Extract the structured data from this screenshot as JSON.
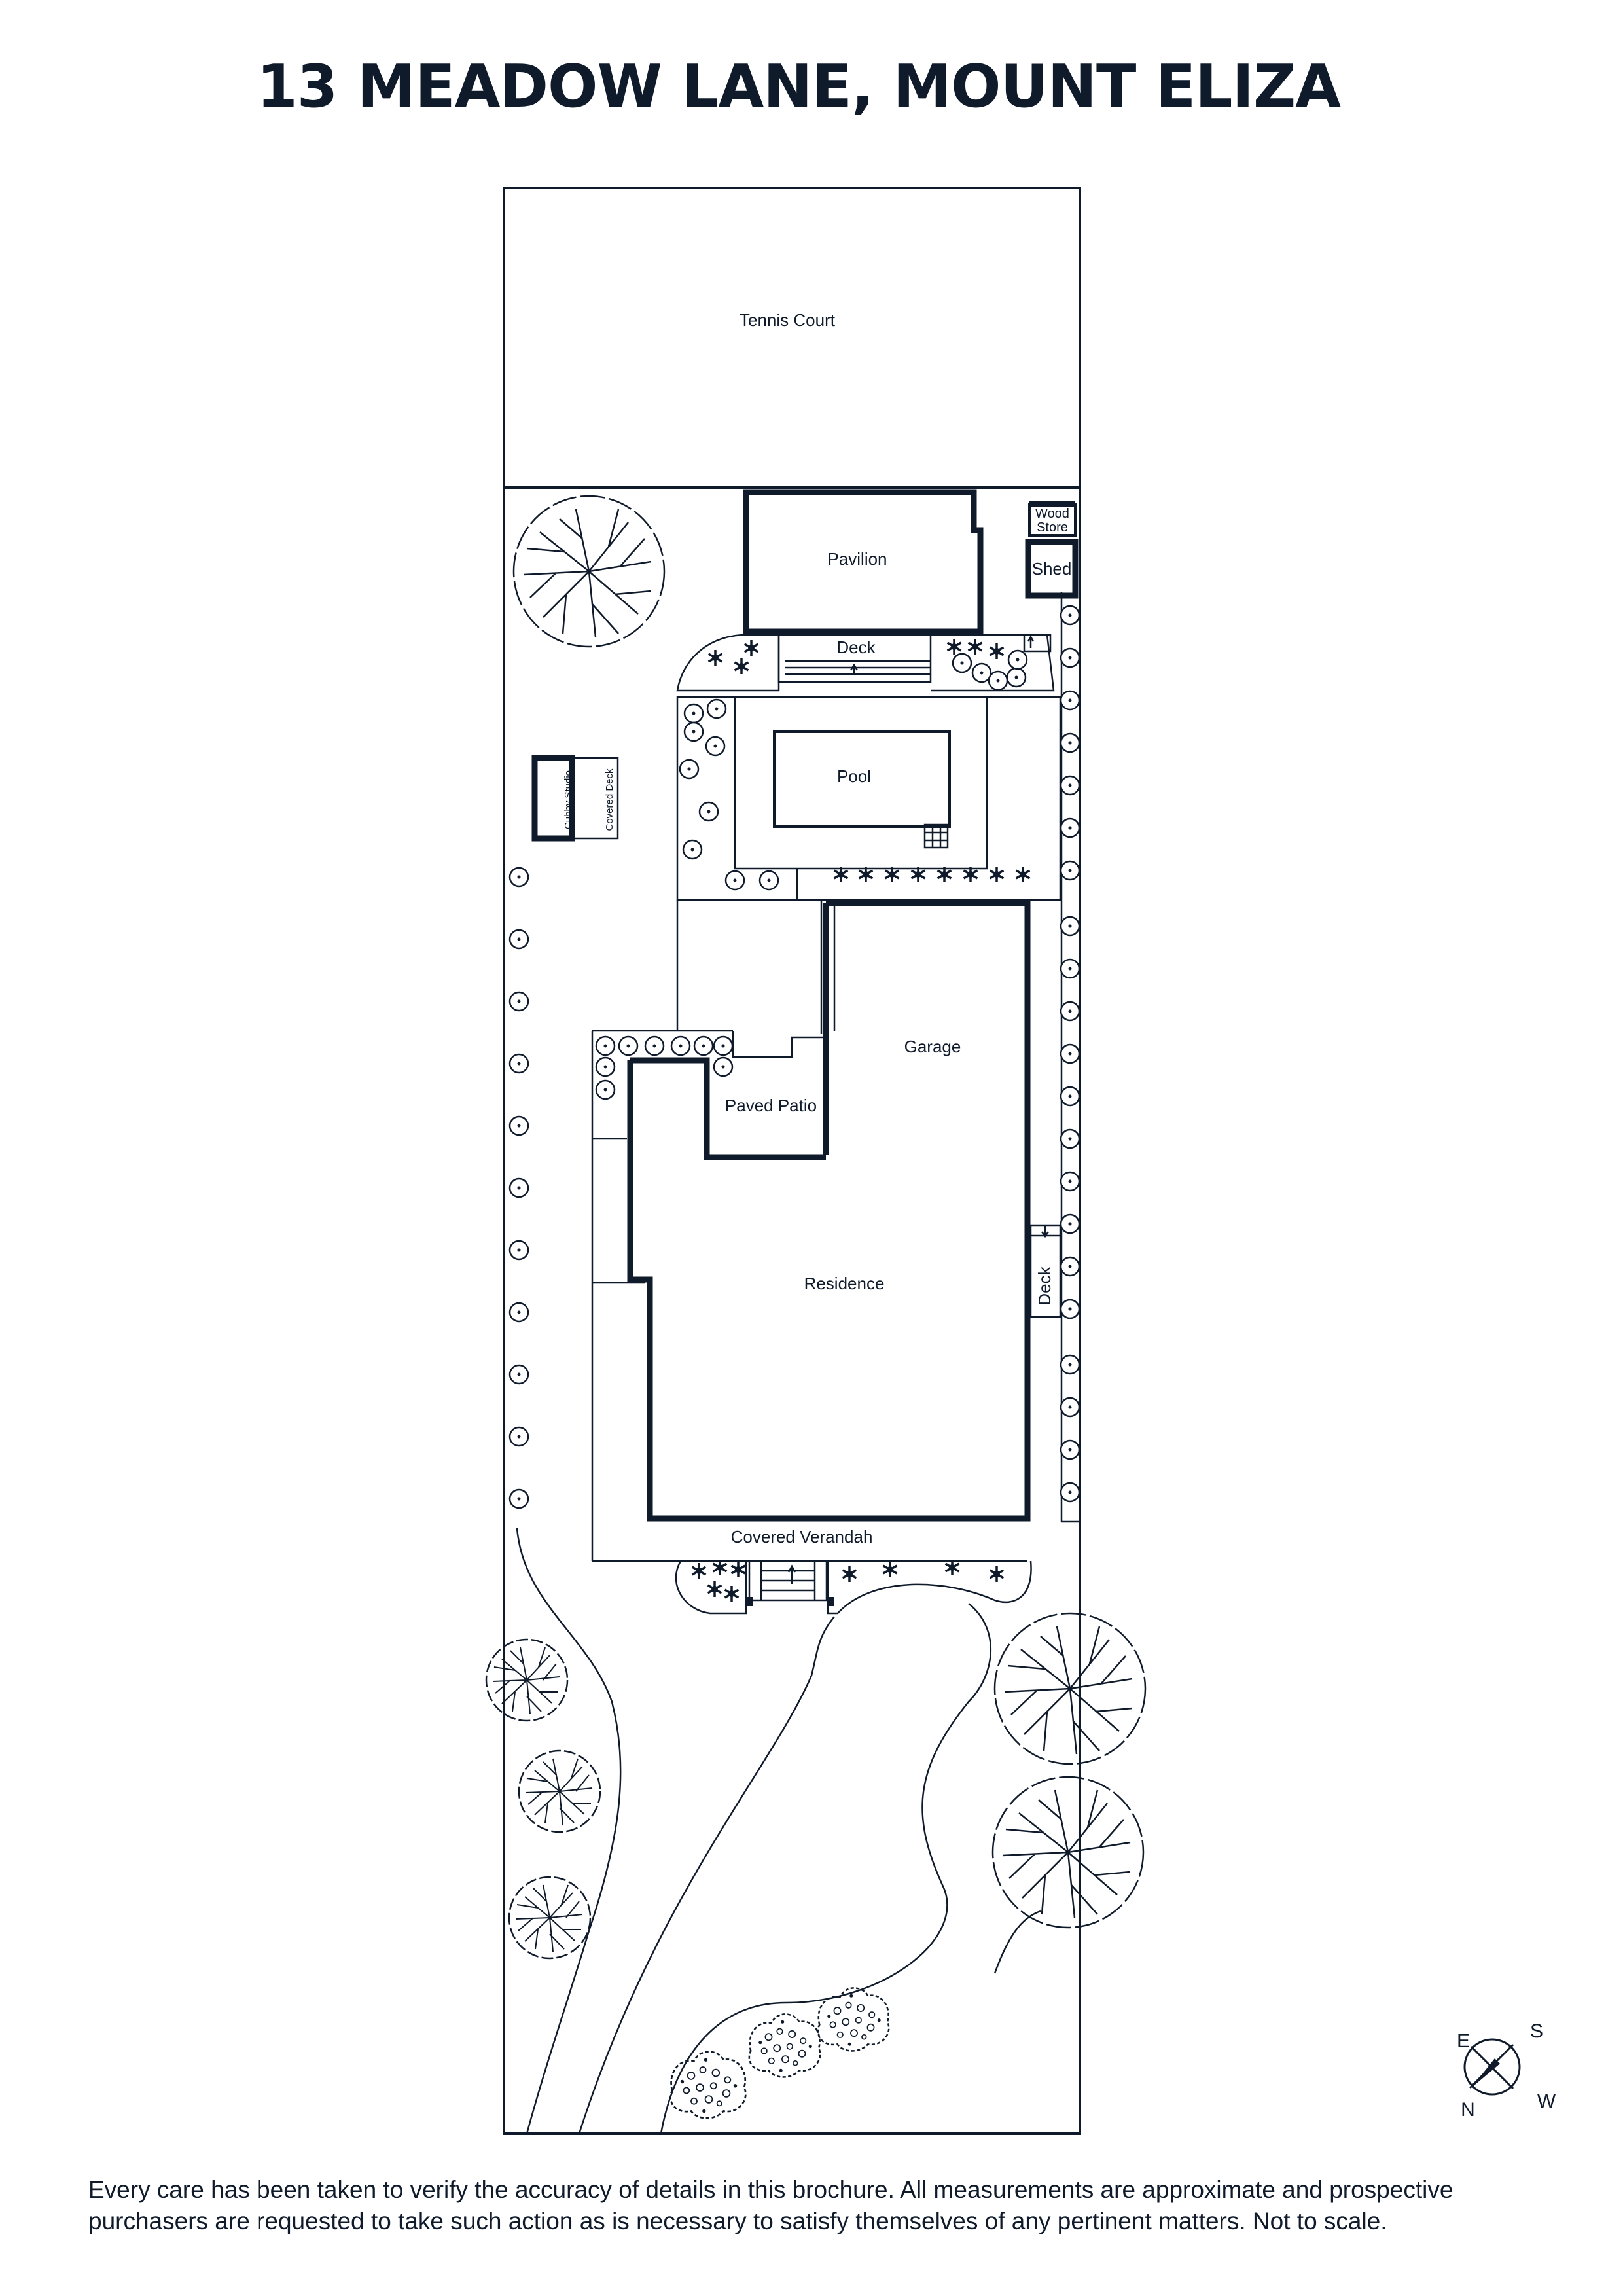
{
  "title": "13 MEADOW LANE, MOUNT ELIZA",
  "labels": {
    "tennis_court": "Tennis Court",
    "pavilion": "Pavilion",
    "wood_store_1": "Wood",
    "wood_store_2": "Store",
    "shed": "Shed",
    "deck_top": "Deck",
    "pool": "Pool",
    "cubby_studio": "Cubby Studio",
    "covered_deck": "Covered Deck",
    "garage": "Garage",
    "paved_patio": "Paved Patio",
    "residence": "Residence",
    "deck_side": "Deck",
    "covered_verandah": "Covered Verandah"
  },
  "compass": {
    "e": "E",
    "s": "S",
    "n": "N",
    "w": "W"
  },
  "disclaimer": "Every care has been taken to verify the accuracy of details in this brochure. All measurements are approximate and prospective purchasers are requested to take such action as is necessary to satisfy themselves of any pertinent matters. Not to scale.",
  "colors": {
    "ink": "#0f1a2b",
    "background": "#ffffff"
  }
}
